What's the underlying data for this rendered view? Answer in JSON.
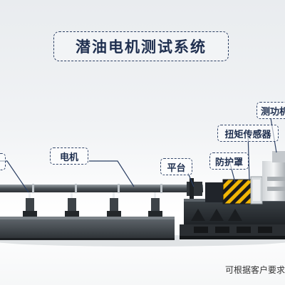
{
  "title": "潜油电机测试系统",
  "labels": {
    "motor": "电机",
    "platform": "平台",
    "guard": "防护罩",
    "torque_sensor": "扭矩传感器",
    "dynamometer": "测功机"
  },
  "note": "可根据客户要求",
  "colors": {
    "title": "#1f2f4f",
    "dashed_border": "#34476b",
    "warning_yellow": "#f2b705",
    "machine_dark": "#2d3236"
  }
}
